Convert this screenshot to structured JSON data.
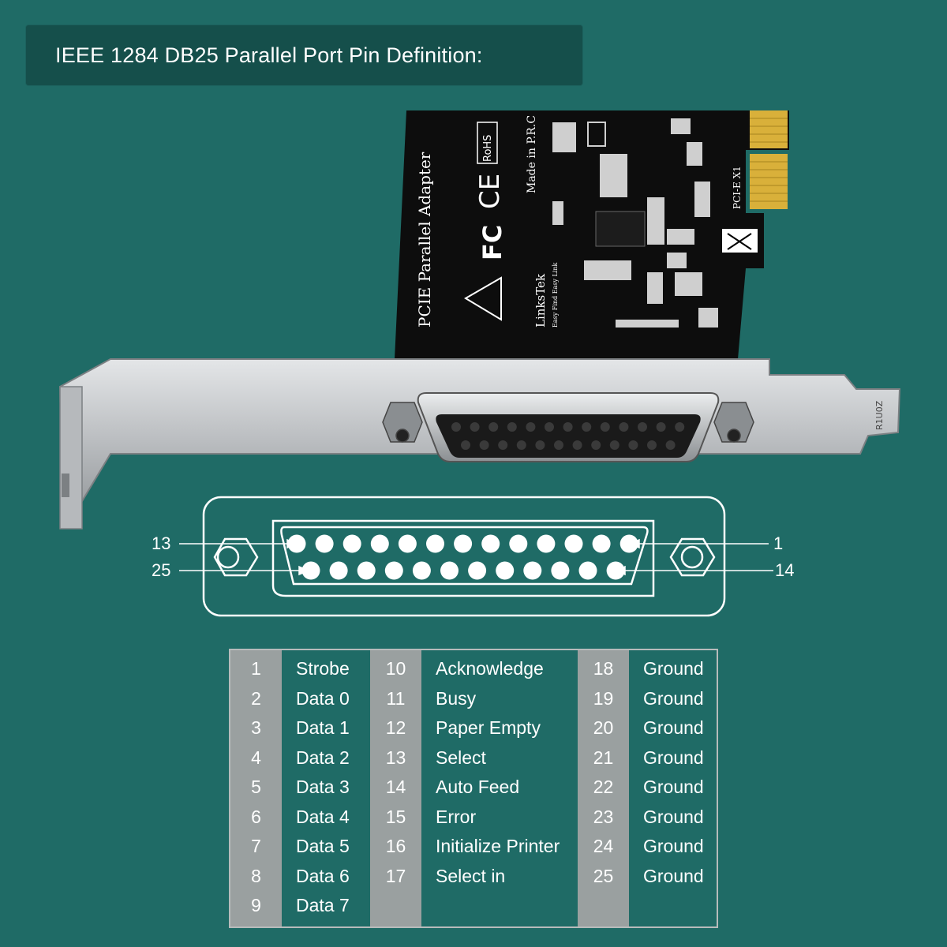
{
  "title": "IEEE 1284 DB25 Parallel Port Pin Definition:",
  "card": {
    "product_name": "PCIE Parallel Adapter",
    "brand": "LinksTek",
    "brand_tagline": "Easy Find Easy Link",
    "made_in": "Made in P.R.C",
    "interface": "PCI-E X1",
    "rohs": "RoHS",
    "bracket_code": "R1U0Z"
  },
  "connector_labels": {
    "top_left": "13",
    "top_right": "1",
    "bottom_left": "25",
    "bottom_right": "14"
  },
  "pin_table": {
    "columns": [
      {
        "numbers": [
          "1",
          "2",
          "3",
          "4",
          "5",
          "6",
          "7",
          "8",
          "9"
        ],
        "names": [
          "Strobe",
          "Data 0",
          "Data 1",
          "Data 2",
          "Data 3",
          "Data 4",
          "Data 5",
          "Data 6",
          "Data 7"
        ]
      },
      {
        "numbers": [
          "10",
          "11",
          "12",
          "13",
          "14",
          "15",
          "16",
          "17"
        ],
        "names": [
          "Acknowledge",
          "Busy",
          "Paper Empty",
          "Select",
          "Auto Feed",
          "Error",
          "Initialize Printer",
          "Select in"
        ]
      },
      {
        "numbers": [
          "18",
          "19",
          "20",
          "21",
          "22",
          "23",
          "24",
          "25"
        ],
        "names": [
          "Ground",
          "Ground",
          "Ground",
          "Ground",
          "Ground",
          "Ground",
          "Ground",
          "Ground"
        ]
      }
    ]
  },
  "colors": {
    "background": "#1f6b66",
    "title_box": "#154f4b",
    "table_number_col": "#9aa0a0",
    "pcb": "#0d0d0d",
    "gold_fingers": "#d9b03a",
    "bracket": "#c4c6c8"
  }
}
